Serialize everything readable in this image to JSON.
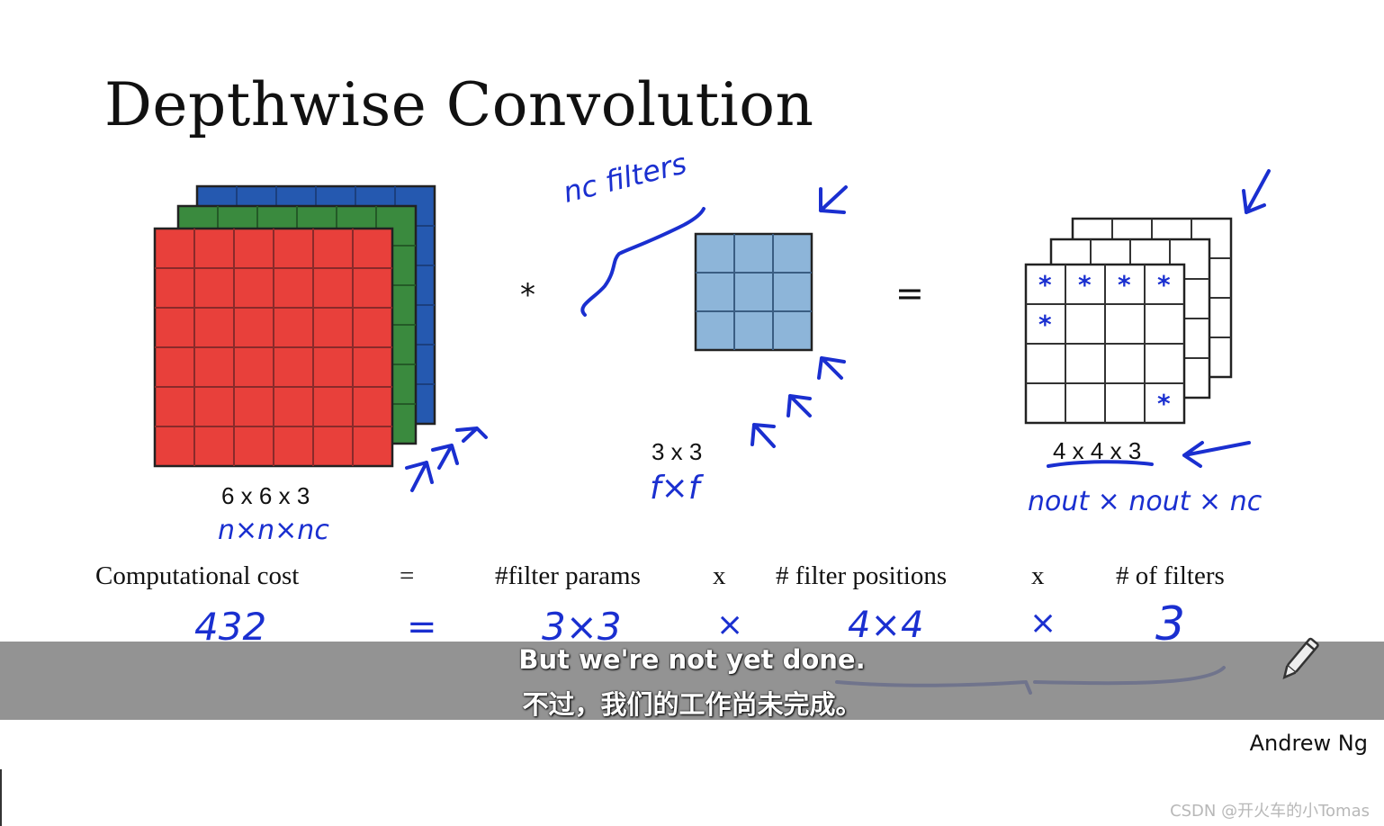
{
  "title": "Depthwise Convolution",
  "input": {
    "dims": "6 x 6 x 3",
    "handwritten": "n×n×nc",
    "colors": [
      "#e8403b",
      "#3a8a3e",
      "#2559b0"
    ]
  },
  "filter": {
    "dims": "3 x 3",
    "handwritten": "f×f",
    "count_label": "nc filters",
    "color": "#8db5d9"
  },
  "output": {
    "dims": "4 x 4 x 3",
    "handwritten": "nout × nout × nc"
  },
  "operators": {
    "convolve": "*",
    "equals": "="
  },
  "cost_row": {
    "label": "Computational cost",
    "eq": "=",
    "term1": "#filter params",
    "x1": "x",
    "term2": "# filter positions",
    "x2": "x",
    "term3": "# of filters"
  },
  "value_row": {
    "total": "432",
    "eq": "=",
    "v1": "3×3",
    "x1": "×",
    "v2": "4×4",
    "x2": "×",
    "v3": "3"
  },
  "subtitles": {
    "en": "But we're not yet done.",
    "zh": "不过，我们的工作尚未完成。"
  },
  "author": "Andrew Ng",
  "watermark": "CSDN @开火车的小Tomas",
  "icons": [
    "pencil-icon"
  ],
  "ink_color": "#1a2fd0"
}
